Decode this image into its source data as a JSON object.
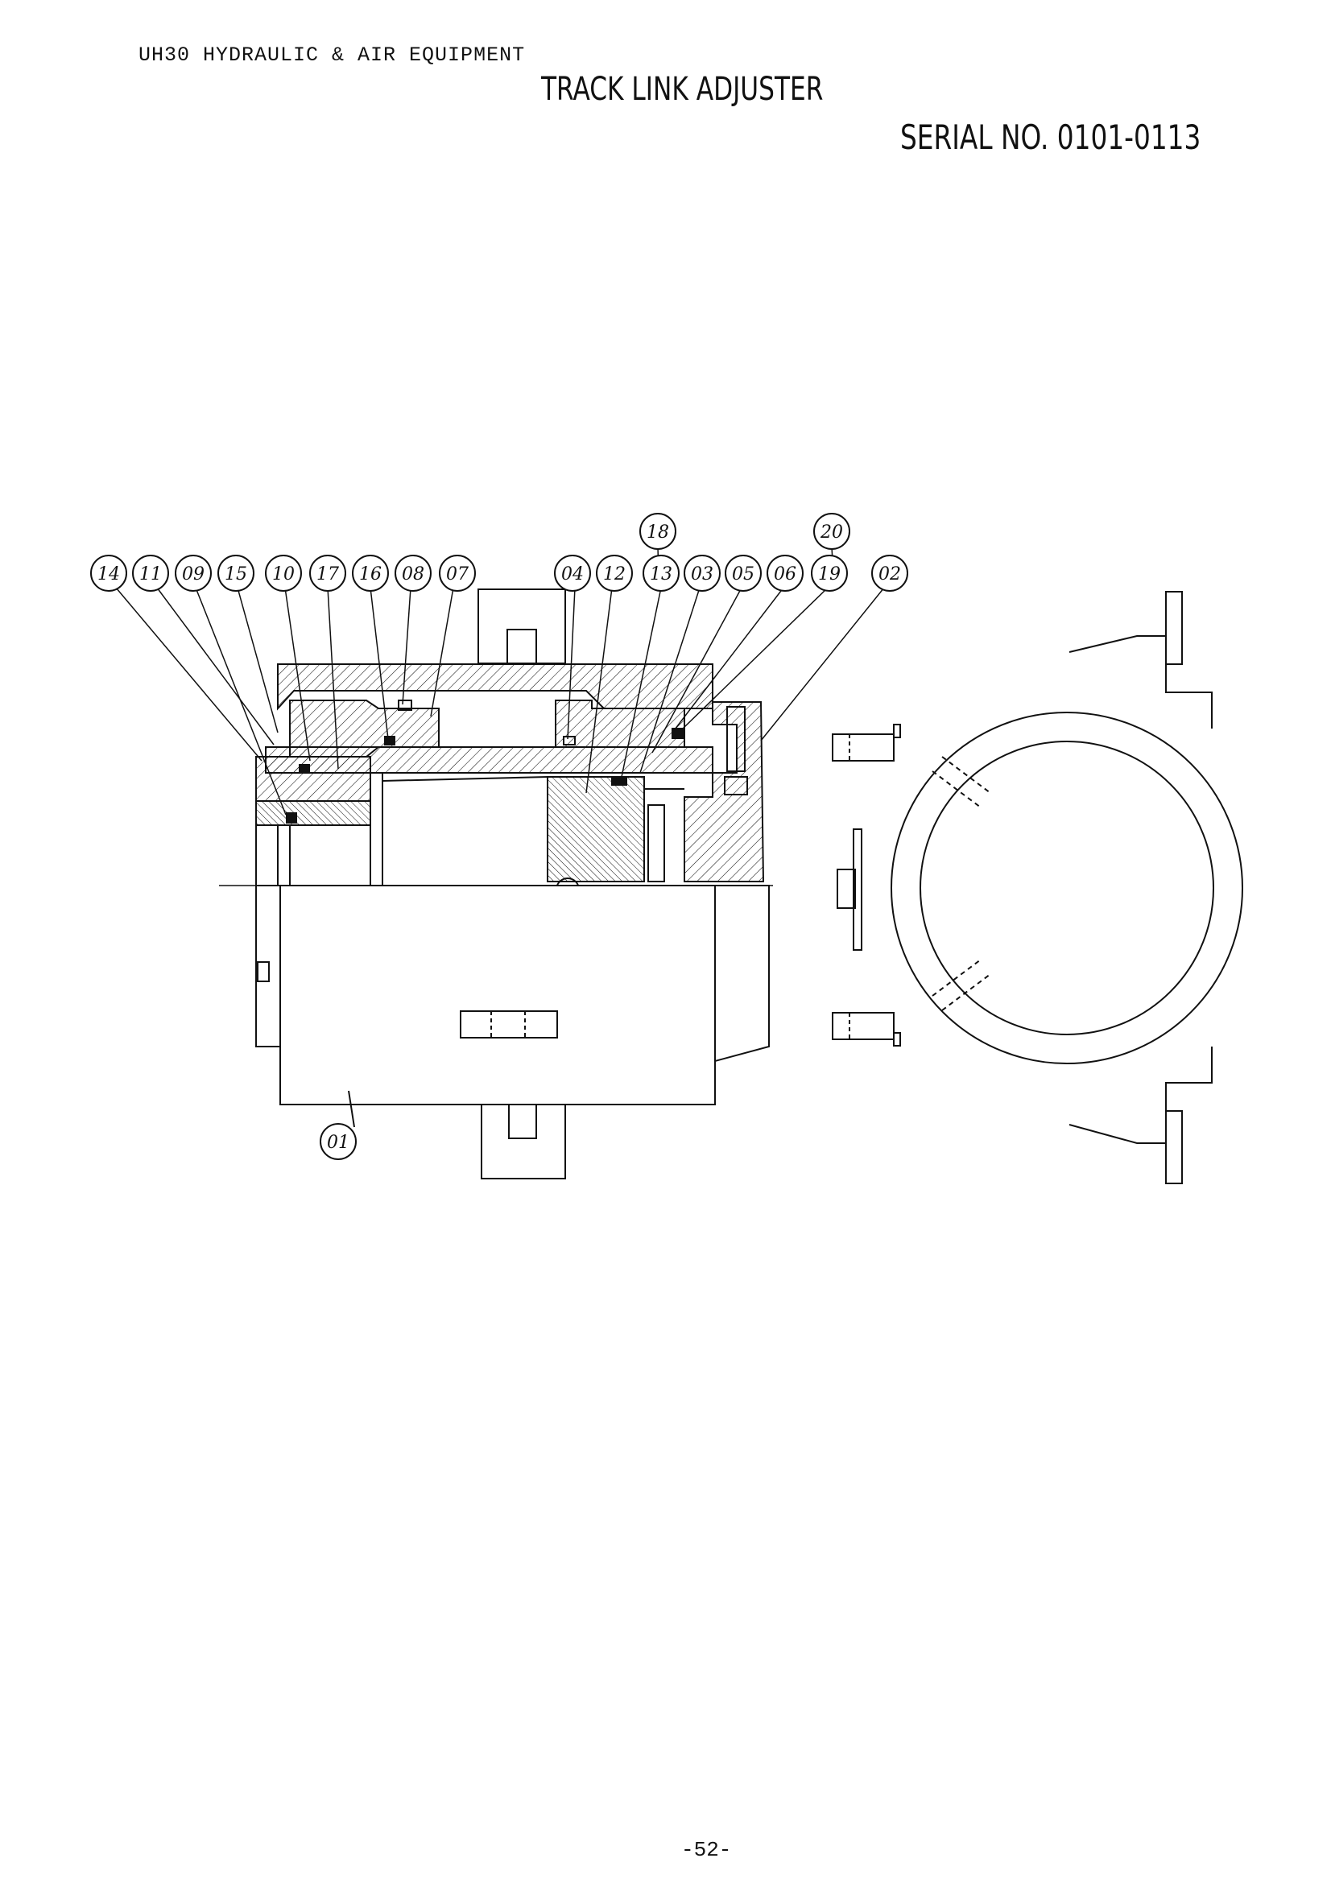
{
  "header": {
    "document": "UH30 HYDRAULIC & AIR EQUIPMENT",
    "title": "TRACK LINK ADJUSTER",
    "serial": "SERIAL NO. 0101-0113"
  },
  "callouts": [
    {
      "id": "c14",
      "label": "14"
    },
    {
      "id": "c11",
      "label": "11"
    },
    {
      "id": "c09",
      "label": "09"
    },
    {
      "id": "c15",
      "label": "15"
    },
    {
      "id": "c10",
      "label": "10"
    },
    {
      "id": "c17",
      "label": "17"
    },
    {
      "id": "c16",
      "label": "16"
    },
    {
      "id": "c08",
      "label": "08"
    },
    {
      "id": "c07",
      "label": "07"
    },
    {
      "id": "c04",
      "label": "04"
    },
    {
      "id": "c12",
      "label": "12"
    },
    {
      "id": "c13",
      "label": "13"
    },
    {
      "id": "c03",
      "label": "03"
    },
    {
      "id": "c05",
      "label": "05"
    },
    {
      "id": "c06",
      "label": "06"
    },
    {
      "id": "c19",
      "label": "19"
    },
    {
      "id": "c02",
      "label": "02"
    },
    {
      "id": "c18",
      "label": "18"
    },
    {
      "id": "c20",
      "label": "20"
    },
    {
      "id": "c01",
      "label": "01"
    }
  ],
  "footer": {
    "page_number": "-52-"
  },
  "colors": {
    "ink": "#111111",
    "paper": "#ffffff"
  }
}
